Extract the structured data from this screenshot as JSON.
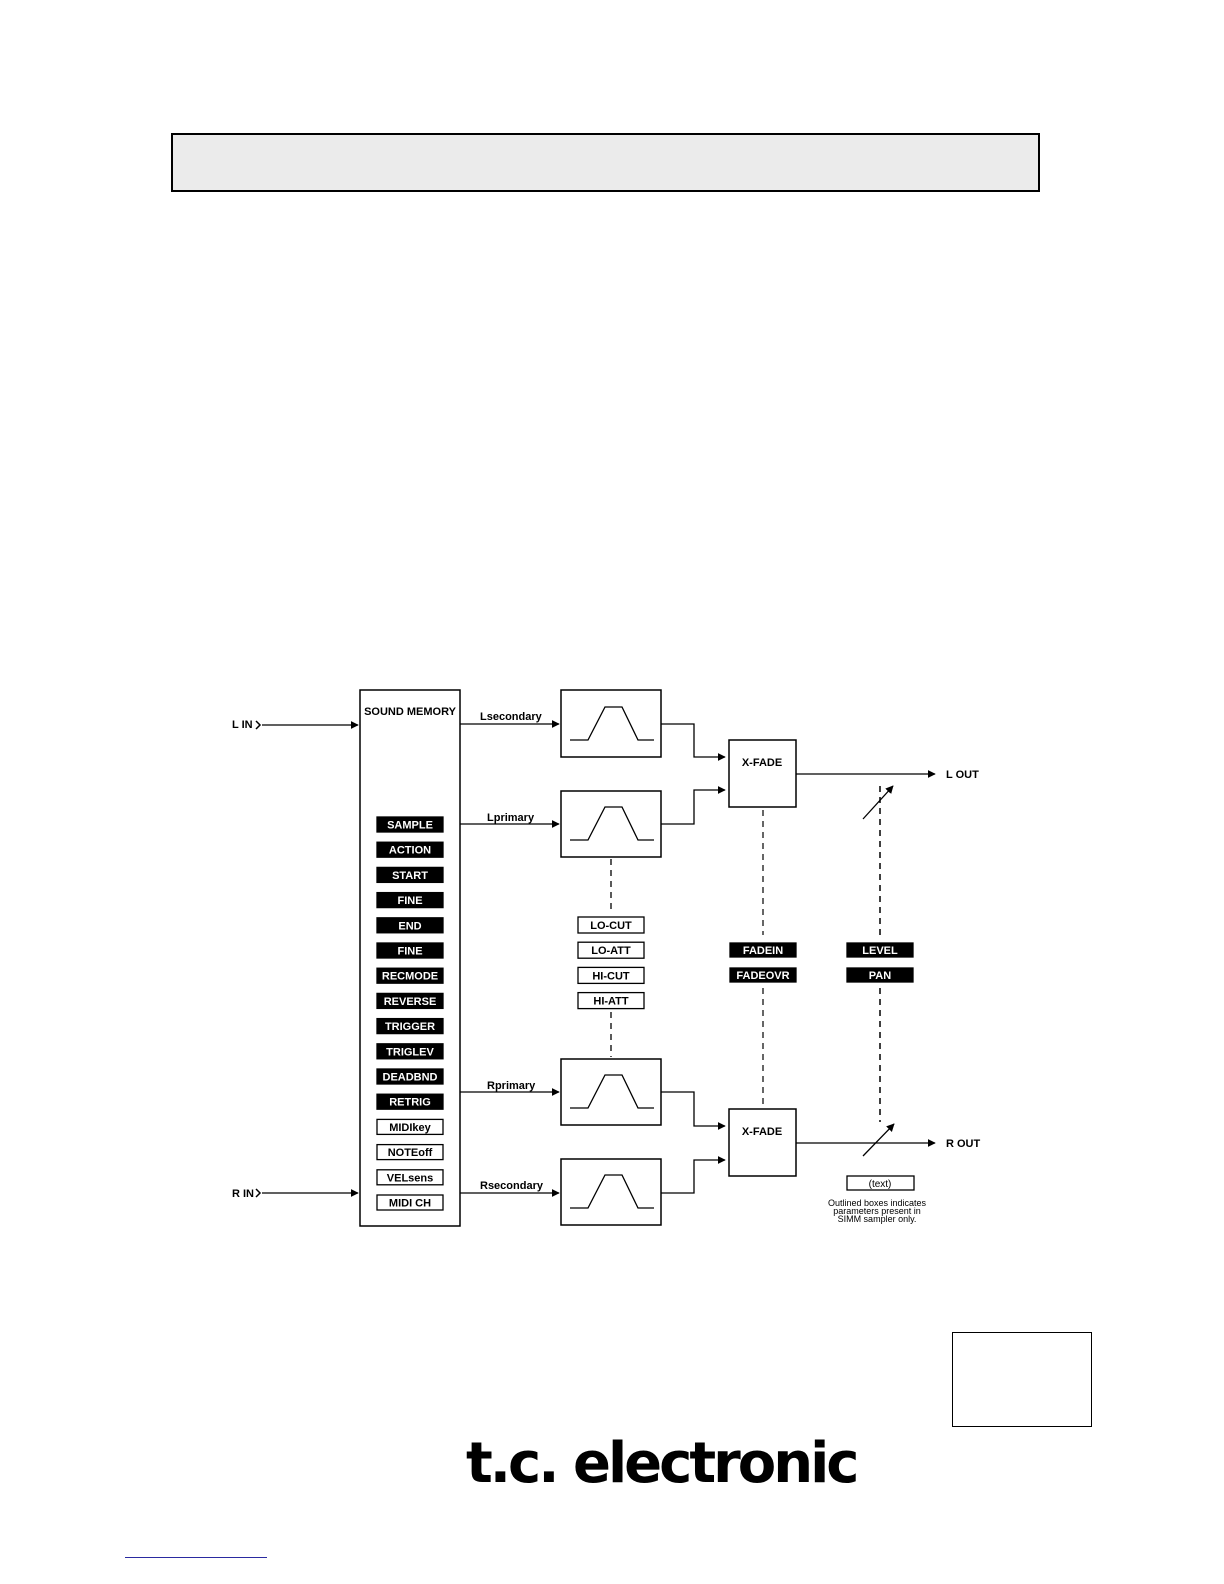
{
  "logo": {
    "text": "t.c. electronic"
  },
  "diagram": {
    "sound_memory_title": "SOUND MEMORY",
    "inputs": {
      "left": "L IN",
      "right": "R IN"
    },
    "outputs": {
      "left": "L OUT",
      "right": "R OUT"
    },
    "signals": {
      "l_secondary": "Lsecondary",
      "l_primary": "Lprimary",
      "r_primary": "Rprimary",
      "r_secondary": "Rsecondary"
    },
    "xfade_label": "X-FADE",
    "sound_memory_params": [
      {
        "label": "SAMPLE",
        "filled": true
      },
      {
        "label": "ACTION",
        "filled": true
      },
      {
        "label": "START",
        "filled": true
      },
      {
        "label": "FINE",
        "filled": true
      },
      {
        "label": "END",
        "filled": true
      },
      {
        "label": "FINE",
        "filled": true
      },
      {
        "label": "RECMODE",
        "filled": true
      },
      {
        "label": "REVERSE",
        "filled": true
      },
      {
        "label": "TRIGGER",
        "filled": true
      },
      {
        "label": "TRIGLEV",
        "filled": true
      },
      {
        "label": "DEADBND",
        "filled": true
      },
      {
        "label": "RETRIG",
        "filled": true
      },
      {
        "label": "MIDIkey",
        "filled": false
      },
      {
        "label": "NOTEoff",
        "filled": false
      },
      {
        "label": "VELsens",
        "filled": false
      },
      {
        "label": "MIDI CH",
        "filled": false
      }
    ],
    "filter_params": [
      "LO-CUT",
      "LO-ATT",
      "HI-CUT",
      "HI-ATT"
    ],
    "xfade_params": [
      "FADEIN",
      "FADEOVR"
    ],
    "output_params": [
      "LEVEL",
      "PAN"
    ],
    "legend": {
      "box_label": "(text)",
      "note_lines": [
        "Outlined boxes indicates",
        "parameters present in",
        "SIMM sampler only."
      ]
    }
  }
}
